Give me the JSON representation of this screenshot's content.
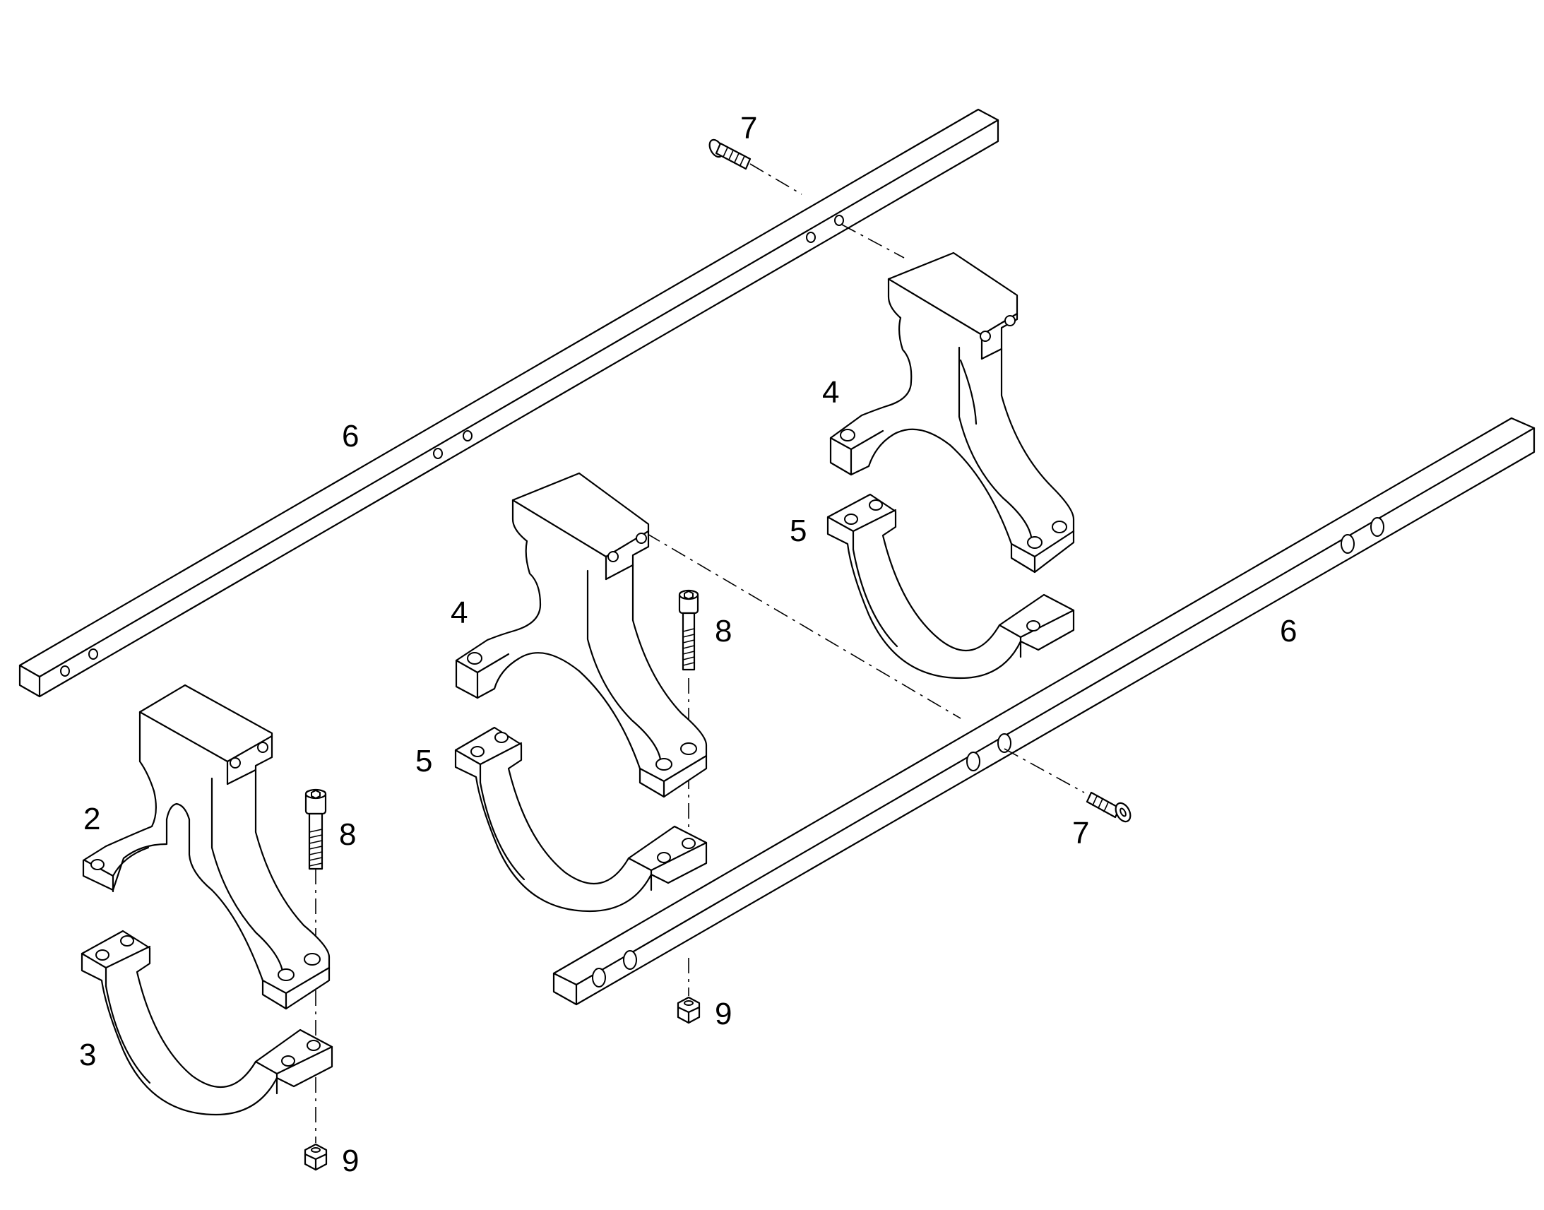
{
  "callouts": {
    "c2": "2",
    "c3": "3",
    "c4a": "4",
    "c4b": "4",
    "c5a": "5",
    "c5b": "5",
    "c6a": "6",
    "c6b": "6",
    "c7a": "7",
    "c7b": "7",
    "c8a": "8",
    "c8b": "8",
    "c9a": "9",
    "c9b": "9"
  },
  "colors": {
    "line": "#000000",
    "background": "#ffffff"
  }
}
